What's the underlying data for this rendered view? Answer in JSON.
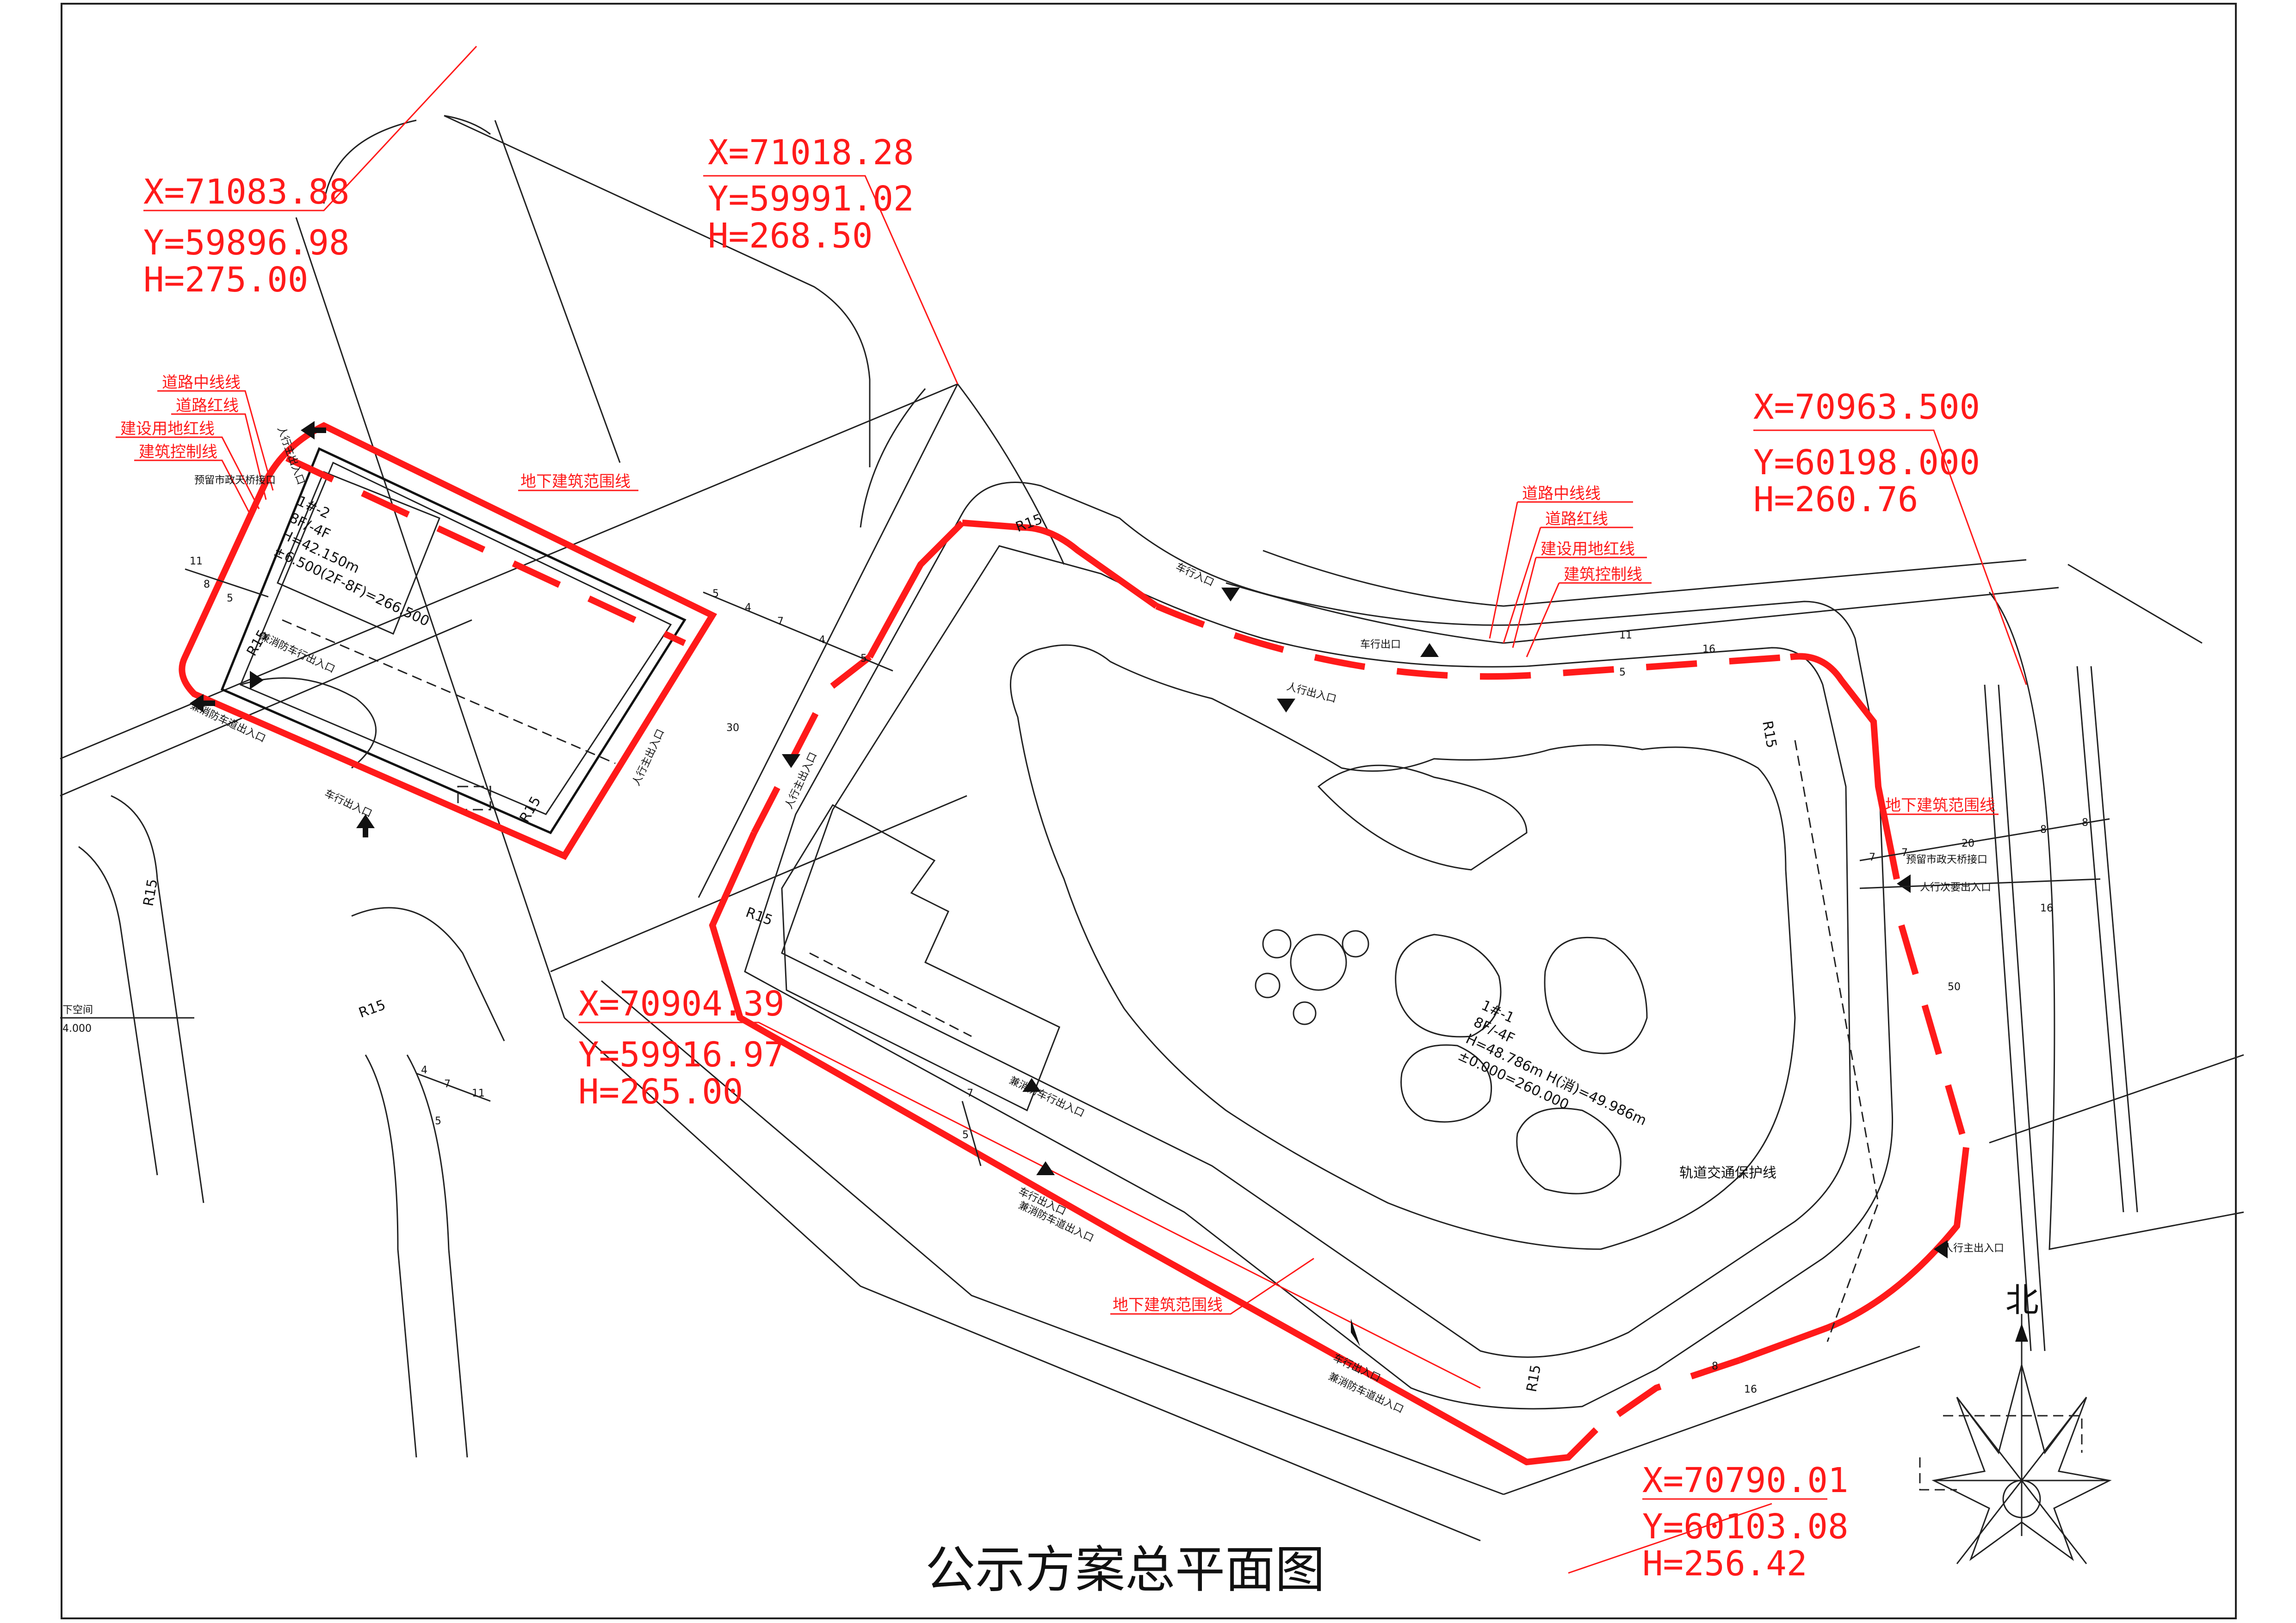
{
  "title": "公示方案总平面图",
  "north_label": "北",
  "coordinates": [
    {
      "x": "X=71083.88",
      "y": "Y=59896.98",
      "h": "H=275.00"
    },
    {
      "x": "X=71018.28",
      "y": "Y=59991.02",
      "h": "H=268.50"
    },
    {
      "x": "X=70963.500",
      "y": "Y=60198.000",
      "h": "H=260.76"
    },
    {
      "x": "X=70904.39",
      "y": "Y=59916.97",
      "h": "H=265.00"
    },
    {
      "x": "X=70790.01",
      "y": "Y=60103.08",
      "h": "H=256.42"
    }
  ],
  "legend_left": [
    "道路中线线",
    "道路红线",
    "建设用地红线",
    "建筑控制线"
  ],
  "legend_right": [
    "道路中线线",
    "道路红线",
    "建设用地红线",
    "建筑控制线"
  ],
  "underground_label": "地下建筑范围线",
  "rail_label": "轨道交通保护线",
  "building_1_2": [
    "1#-2",
    "8F/-4F",
    "H=42.150m",
    "±6.500(2F-8F)=266.500"
  ],
  "building_1_1": [
    "1#-1",
    "8F/-4F",
    "H=48.786m H(消)=49.986m",
    "±0.000=260.000"
  ],
  "entrances": {
    "pedestrian_main": "人行主出入口",
    "vehicle": "车行出入口",
    "vehicle_exit": "车行出口",
    "vehicle_entrance": "车行入口",
    "pedestrian": "人行出入口",
    "fire_lane": "兼消防车道出入口",
    "pedestrian_secondary": "人行次要出入口",
    "fire_vehicle": "兼消防车行出入口",
    "skybridge": "预留市政天桥接口",
    "skybridge2": "预留市政天桥接口"
  },
  "radius_labels": [
    "R15",
    "R15",
    "R15",
    "R15",
    "R15",
    "R15",
    "R15",
    "R15"
  ],
  "dims": [
    "5",
    "4",
    "7",
    "4",
    "5",
    "30",
    "11",
    "5",
    "16",
    "7",
    "7",
    "20",
    "8",
    "8",
    "16",
    "50",
    "11",
    "8",
    "5",
    "4",
    "7",
    "11",
    "5",
    "7",
    "5",
    "8",
    "16"
  ],
  "edge_text": [
    "下空间",
    "4.000"
  ]
}
